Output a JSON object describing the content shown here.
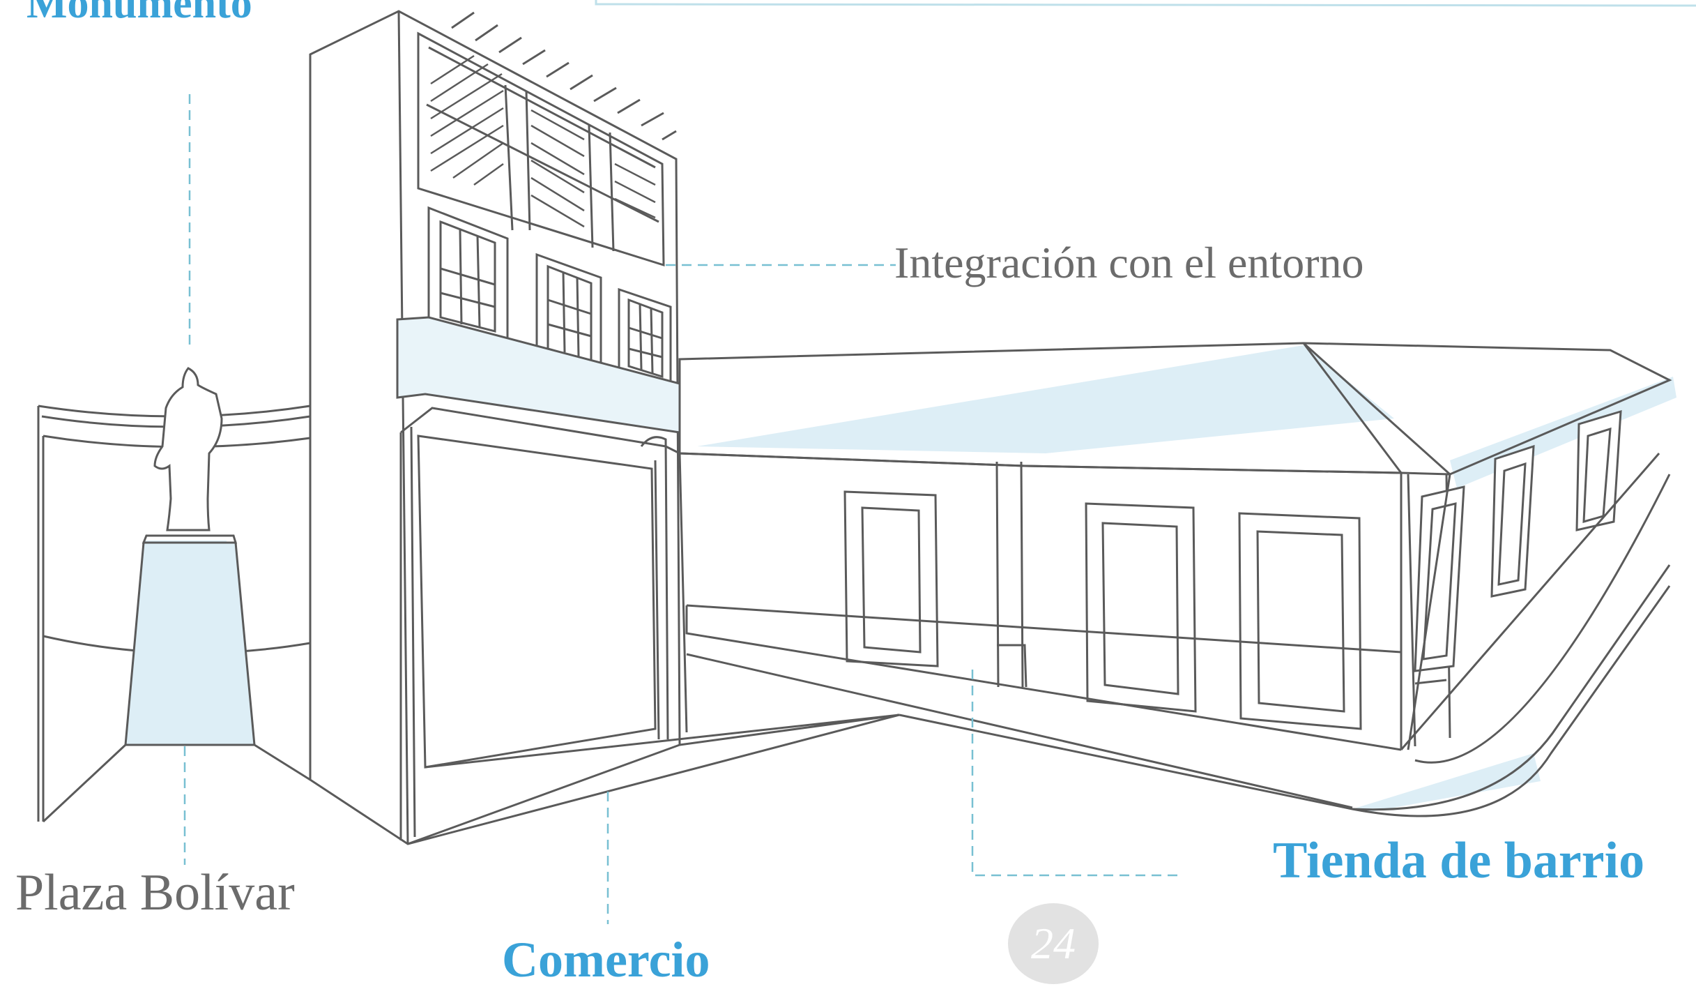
{
  "labels": {
    "monumento": "Monumento",
    "integracion": "Integración con el entorno",
    "plaza": "Plaza Bolívar",
    "comercio": "Comercio",
    "tienda": "Tienda de barrio"
  },
  "page_number": "24",
  "colors": {
    "accent": "#3aa2d8",
    "label_gray": "#6b6b6b",
    "line": "#5a5a5a",
    "fill": "#ddeef6",
    "dashed": "#78c0d2",
    "page_badge": "#e2e2e2"
  }
}
